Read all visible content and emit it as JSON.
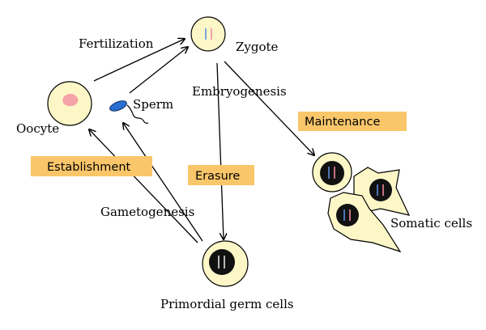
{
  "labels": {
    "fertilization": "Fertilization",
    "zygote": "Zygote",
    "embryogenesis": "Embryogenesis",
    "sperm": "Sperm",
    "oocyte": "Oocyte",
    "maintenance": "Maintenance",
    "establishment": "Establishment",
    "erasure": "Erasure",
    "gametogenesis": "Gametogenesis",
    "somatic_cells": "Somatic cells",
    "primordial_germ_cells": "Primordial germ cells"
  },
  "colors": {
    "cell_fill": "#fdf7c8",
    "label_box": "#f9c66a",
    "nucleus_dark": "#111111",
    "oocyte_nucleus": "#f4a3a7",
    "sperm_head": "#2b6fd1",
    "chromosome_blue": "#5b8fe0",
    "chromosome_pink": "#f08aa0"
  }
}
